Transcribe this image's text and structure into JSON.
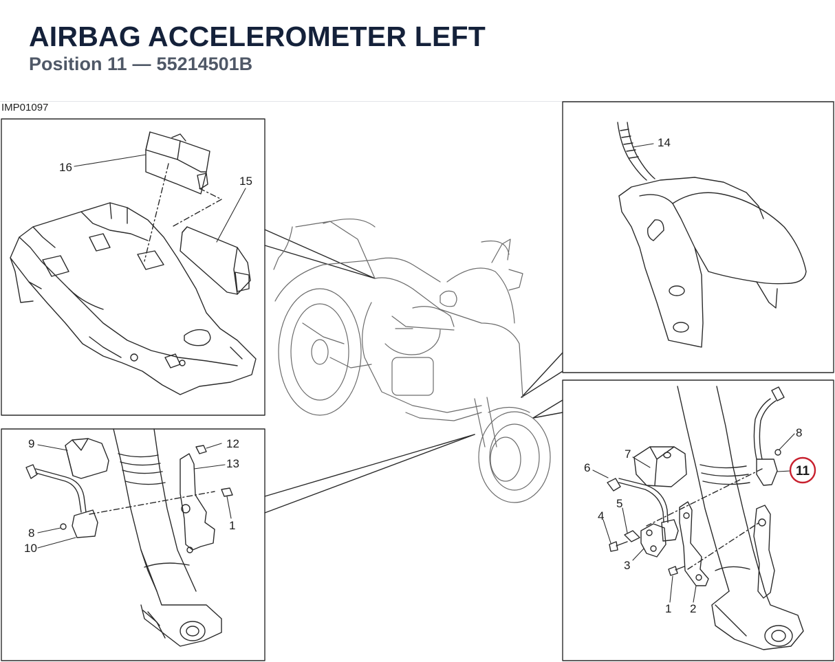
{
  "header": {
    "title": "AIRBAG ACCELEROMETER LEFT",
    "position_label": "Position 11",
    "separator": "—",
    "part_number": "55214501B"
  },
  "diagram": {
    "reference": "IMP01097",
    "highlight_color": "#c8202e",
    "highlighted_callout": "11",
    "callouts": {
      "c1a": "1",
      "c1b": "1",
      "c2": "2",
      "c3": "3",
      "c4": "4",
      "c5": "5",
      "c6": "6",
      "c7": "7",
      "c8a": "8",
      "c8b": "8",
      "c9": "9",
      "c10": "10",
      "c11": "11",
      "c12": "12",
      "c13": "13",
      "c14": "14",
      "c15": "15",
      "c16": "16"
    }
  }
}
